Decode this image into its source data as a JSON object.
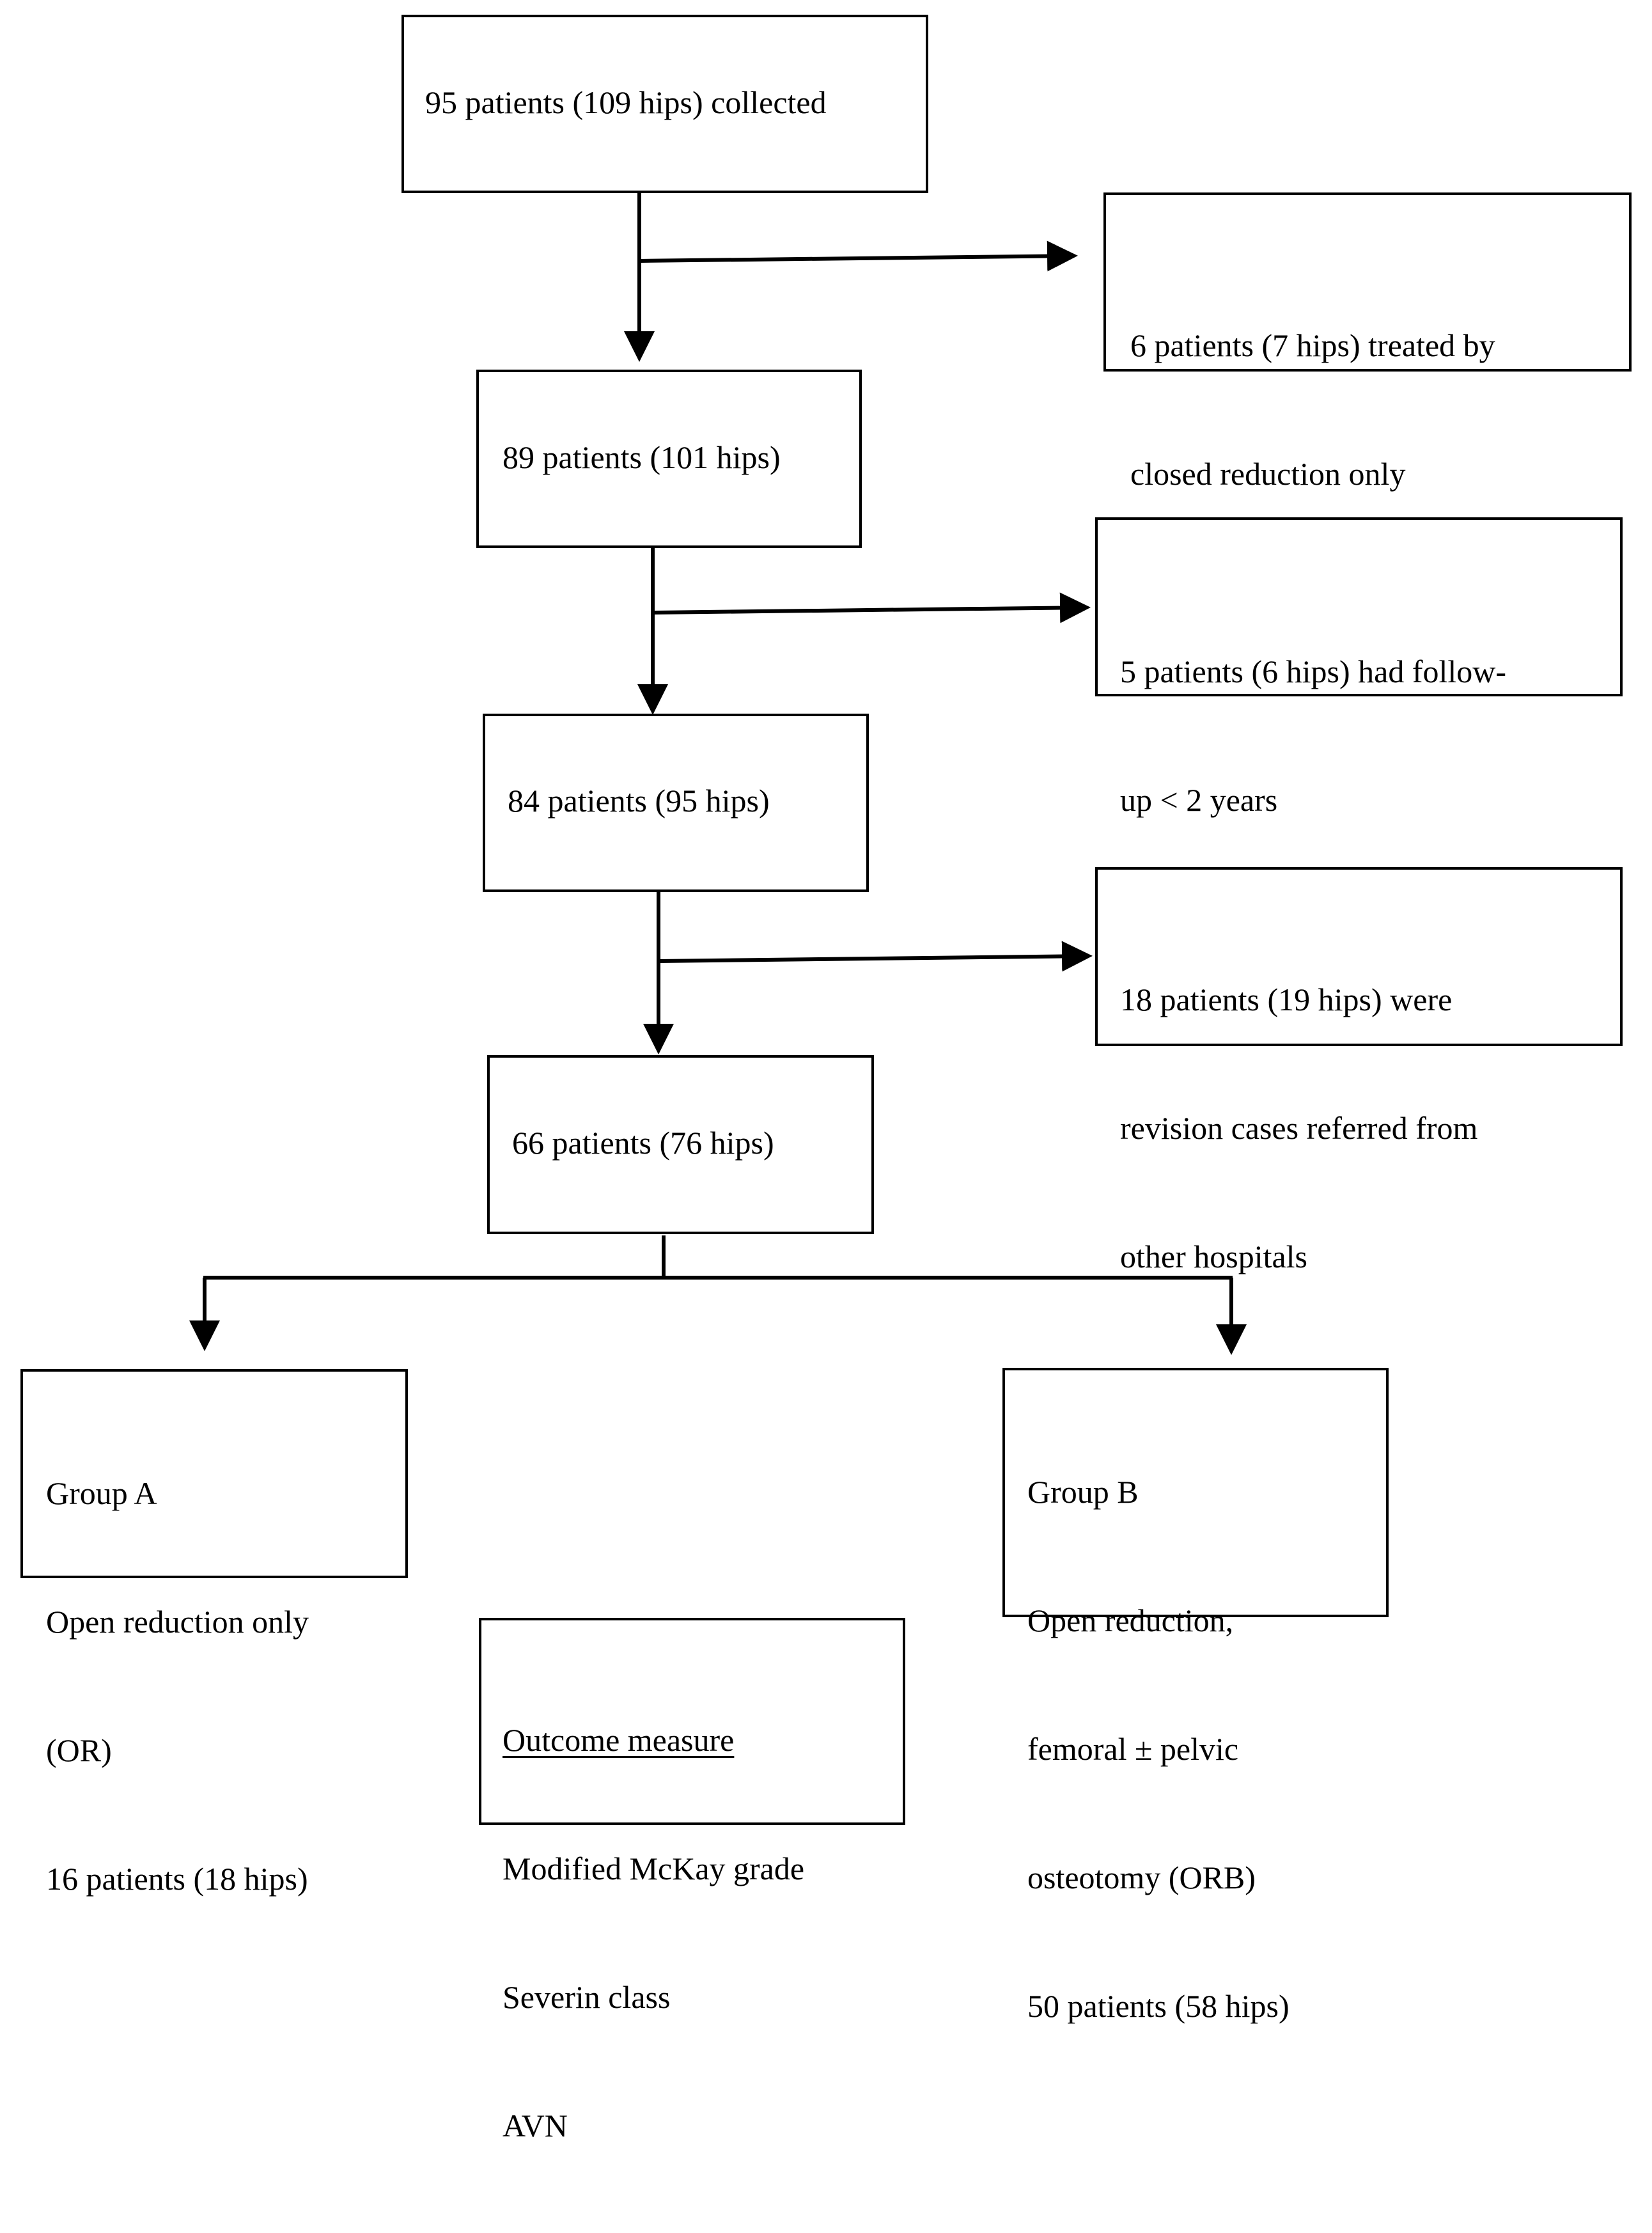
{
  "flowchart": {
    "stages": [
      {
        "label": "95 patients (109 hips) collected"
      },
      {
        "label": "89 patients (101 hips)"
      },
      {
        "label": "84 patients (95 hips)"
      },
      {
        "label": "66 patients (76 hips)"
      }
    ],
    "exclusions": [
      {
        "lines": [
          "6 patients (7 hips) treated by",
          "closed reduction only"
        ]
      },
      {
        "lines": [
          "5 patients (6 hips) had follow-",
          "up < 2 years"
        ]
      },
      {
        "lines": [
          "18 patients (19 hips) were",
          "revision cases referred from",
          "other hospitals"
        ]
      }
    ],
    "group_a": {
      "lines": [
        "Group A",
        "Open reduction only",
        "(OR)",
        "16 patients (18 hips)"
      ]
    },
    "group_b": {
      "lines": [
        "Group B",
        "Open reduction,",
        "femoral ± pelvic",
        "osteotomy (ORB)",
        "50 patients (58 hips)"
      ]
    },
    "outcome": {
      "heading": "Outcome measure",
      "items": [
        "Modified McKay grade",
        "Severin class",
        "AVN"
      ]
    }
  }
}
